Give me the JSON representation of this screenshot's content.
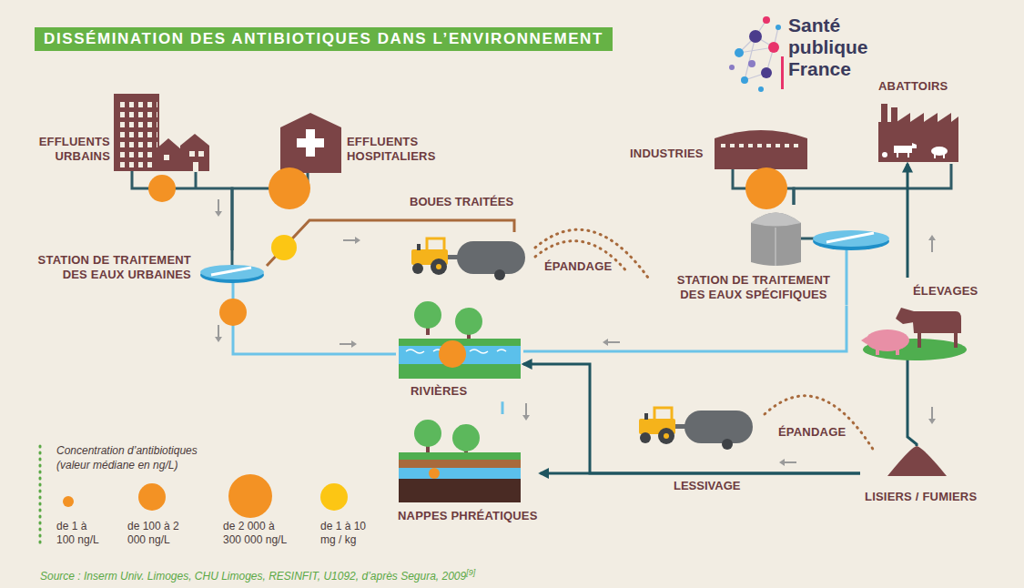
{
  "diagram": {
    "title": "DISSÉMINATION DES ANTIBIOTIQUES DANS L’ENVIRONNEMENT",
    "caption": "Source : Inserm Univ. Limoges, CHU Limoges, RESINFIT, U1092, d’après Segura, 2009",
    "nodes": [
      {
        "text": [
          "EFFLUENTS URBAINS"
        ]
      },
      {
        "text": [
          "EFFLUENTS HOSPITALIERS"
        ]
      },
      {
        "text": [
          "STATION DE TRAITEMENT DES EAUX URBAINES"
        ]
      },
      {
        "text": [
          "ÉPANDAGE"
        ]
      },
      {
        "text": [
          "RIVIÈRES"
        ]
      },
      {
        "text": [
          "NAPPES PHRÉATIQUES"
        ]
      },
      {
        "text": [
          "INDUSTRIES"
        ]
      },
      {
        "text": [
          "ABATTOIRS"
        ]
      },
      {
        "text": [
          "STATION DE TRAITEMENT DES EAUX SPÉCIFIQUES"
        ]
      },
      {
        "text": [
          "ÉLEVAGES"
        ]
      },
      {
        "text": [
          "LISIERS / FUMIERS"
        ]
      },
      {
        "text": [
          "ÉPANDAGE"
        ]
      }
    ],
    "edges": [
      {
        "from": 0,
        "to": 2,
        "arrow": "none"
      },
      {
        "from": 1,
        "to": 2,
        "arrow": "none"
      },
      {
        "from": 2,
        "to": 4,
        "arrow": "none"
      },
      {
        "from": 2,
        "to": 3,
        "label": "BOUES TRAITÉES",
        "arrow": "none"
      },
      {
        "from": 6,
        "to": 8,
        "arrow": "none"
      },
      {
        "from": 7,
        "to": 8,
        "arrow": "none"
      },
      {
        "from": 8,
        "to": 4,
        "arrow": "none"
      },
      {
        "from": 9,
        "to": 7,
        "arrow": "to"
      },
      {
        "from": 9,
        "to": 10,
        "arrow": "none"
      },
      {
        "from": 10,
        "to": 4,
        "arrow": "to"
      },
      {
        "from": 10,
        "to": 5,
        "label": "LESSIVAGE",
        "arrow": "to"
      },
      {
        "from": 4,
        "to": 5,
        "arrow": "none"
      }
    ],
    "labels": [
      "Santé publique France",
      "Concentration d’antibiotiques (valeur médiane en ng/L)",
      "[9]"
    ],
    "legend": [
      {
        "text": "de 1 à 100 ng/L",
        "color": "#f39224"
      },
      {
        "text": "de 100 à 2 000 ng/L",
        "color": "#f39224"
      },
      {
        "text": "de 2 000 à 300 000 ng/L",
        "color": "#f39224"
      },
      {
        "text": "de 1 à 10 mg / kg",
        "color": "#fcc614"
      }
    ]
  }
}
